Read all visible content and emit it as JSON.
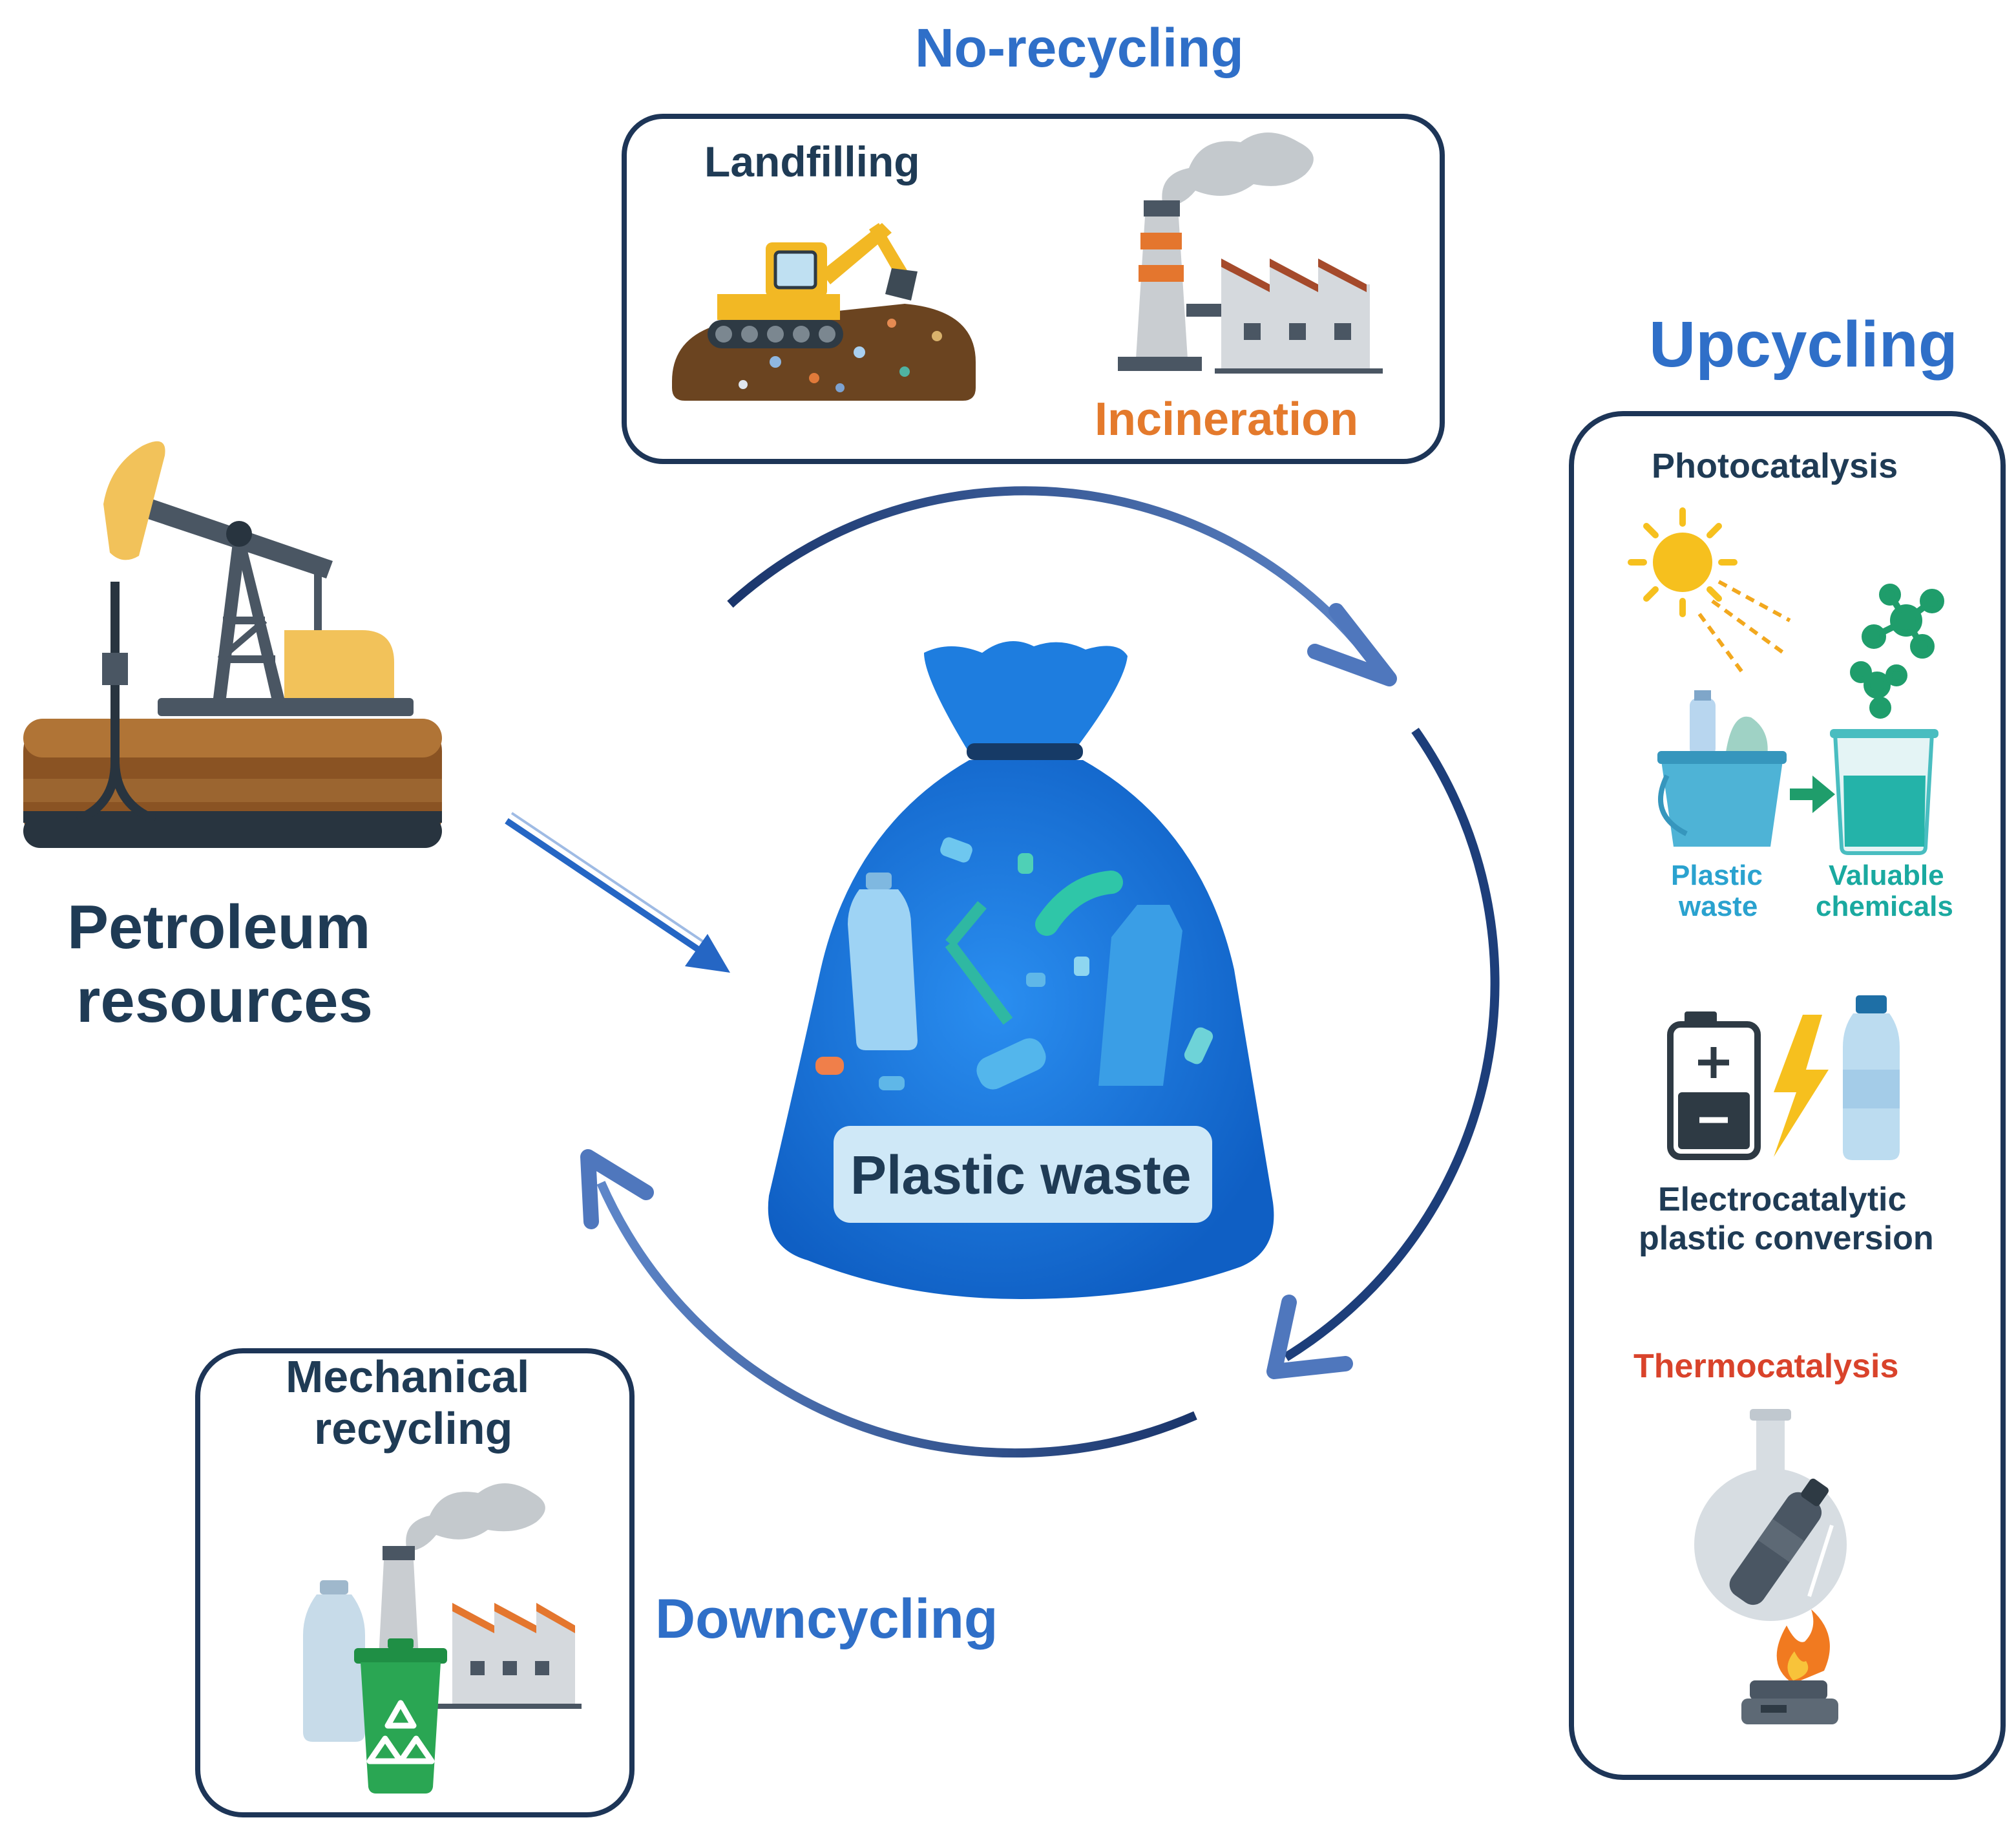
{
  "colors": {
    "heading_blue": "#2f6fc8",
    "dark_navy": "#1f3b55",
    "orange": "#e47a2c",
    "teal": "#1aa9a0",
    "green": "#1f9d6b",
    "red": "#d9432b",
    "bag_blue": "#1877e0",
    "arrow_navy": "#1d3e7a",
    "arrow_light": "#5d84c6"
  },
  "center": {
    "label": "Plastic waste",
    "icon": "plastic-bag-icon"
  },
  "source": {
    "label_line1": "Petroleum",
    "label_line2": "resources",
    "icon": "oil-pumpjack-icon"
  },
  "no_recycling": {
    "heading": "No-recycling",
    "landfilling": {
      "label": "Landfilling",
      "icon": "excavator-landfill-icon"
    },
    "incineration": {
      "label": "Incineration",
      "icon": "incinerator-factory-icon"
    }
  },
  "upcycling": {
    "heading": "Upcycling",
    "photocatalysis": {
      "label": "Photocatalysis",
      "input_line1": "Plastic",
      "input_line2": "waste",
      "output_line1": "Valuable",
      "output_line2": "chemicals",
      "icon": "sun-photocatalysis-icon"
    },
    "electrocatalysis": {
      "label_line1": "Electrocatalytic",
      "label_line2": "plastic conversion",
      "icon": "battery-lightning-icon"
    },
    "thermocatalysis": {
      "label": "Thermocatalysis",
      "icon": "flask-burner-icon"
    }
  },
  "downcycling": {
    "heading": "Downcycling",
    "mechanical": {
      "label_line1": "Mechanical",
      "label_line2": "recycling",
      "icon": "recycling-factory-icon"
    }
  }
}
